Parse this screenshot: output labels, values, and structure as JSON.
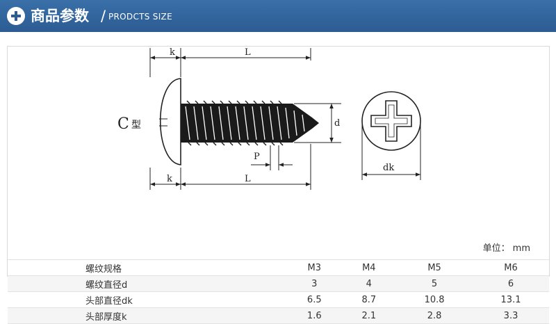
{
  "header": {
    "title": "商品参数",
    "separator": "/",
    "subtitle": "PRODCTS SIZE",
    "icon": "plus-circle-icon"
  },
  "diagram": {
    "label_k_top": "k",
    "label_L_top": "L",
    "label_C": "C",
    "label_type": "型",
    "label_d": "d",
    "label_P": "P",
    "label_k_bottom": "k",
    "label_L_bottom": "L",
    "label_dk": "dk"
  },
  "unit": {
    "label": "单位：",
    "value": "mm"
  },
  "table": {
    "rows": [
      {
        "label": "螺纹规格",
        "values": [
          "M3",
          "M4",
          "M5",
          "M6"
        ]
      },
      {
        "label": "螺纹直径d",
        "values": [
          "3",
          "4",
          "5",
          "6"
        ]
      },
      {
        "label": "头部直径dk",
        "values": [
          "6.5",
          "8.7",
          "10.8",
          "13.1"
        ]
      },
      {
        "label": "头部厚度k",
        "values": [
          "1.6",
          "2.1",
          "2.8",
          "3.3"
        ]
      }
    ]
  }
}
